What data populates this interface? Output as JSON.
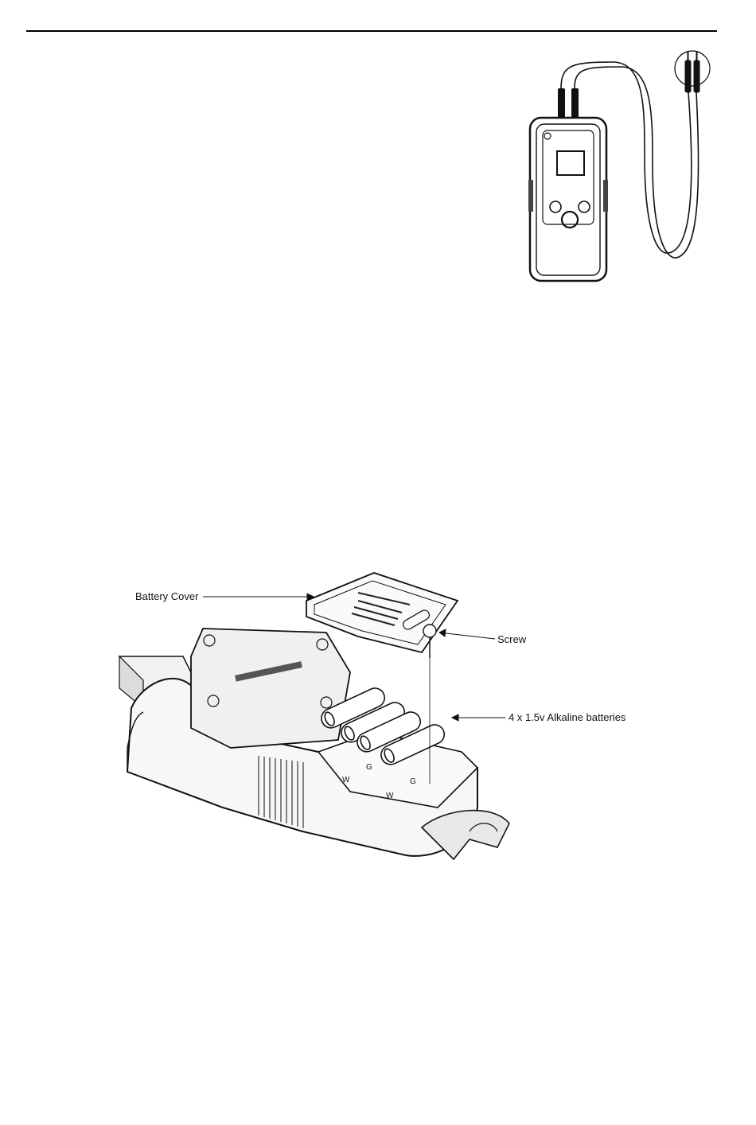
{
  "header": {
    "rule": true
  },
  "figure_tester": {
    "description_icon": "voltage-tester-with-probes"
  },
  "figure_battery": {
    "labels": {
      "battery_cover": "Battery Cover",
      "screw": "Screw",
      "batteries": "4 x 1.5v Alkaline batteries"
    }
  }
}
